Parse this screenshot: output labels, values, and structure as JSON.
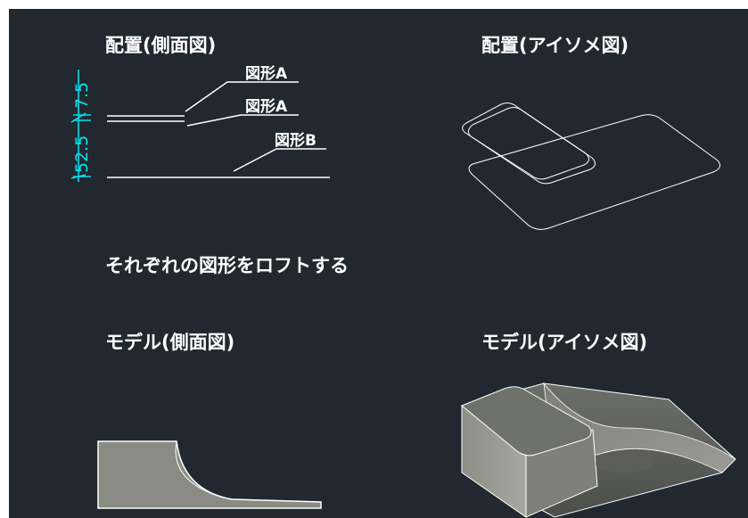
{
  "captions": {
    "side_layout": "配置(側面図)",
    "iso_layout": "配置(アイソメ図)",
    "instruction": "それぞれの図形をロフトする",
    "side_model": "モデル(側面図)",
    "iso_model": "モデル(アイソメ図)"
  },
  "callouts": {
    "shape_a_top": "図形A",
    "shape_a_lower": "図形A",
    "shape_b": "図形B"
  },
  "dimensions": {
    "upper": "7.5",
    "lower": "52.5"
  },
  "colors": {
    "background": "#212830",
    "line": "#ffffff",
    "dimension": "#00e5ee",
    "solid_fill": "#8a8c84"
  }
}
